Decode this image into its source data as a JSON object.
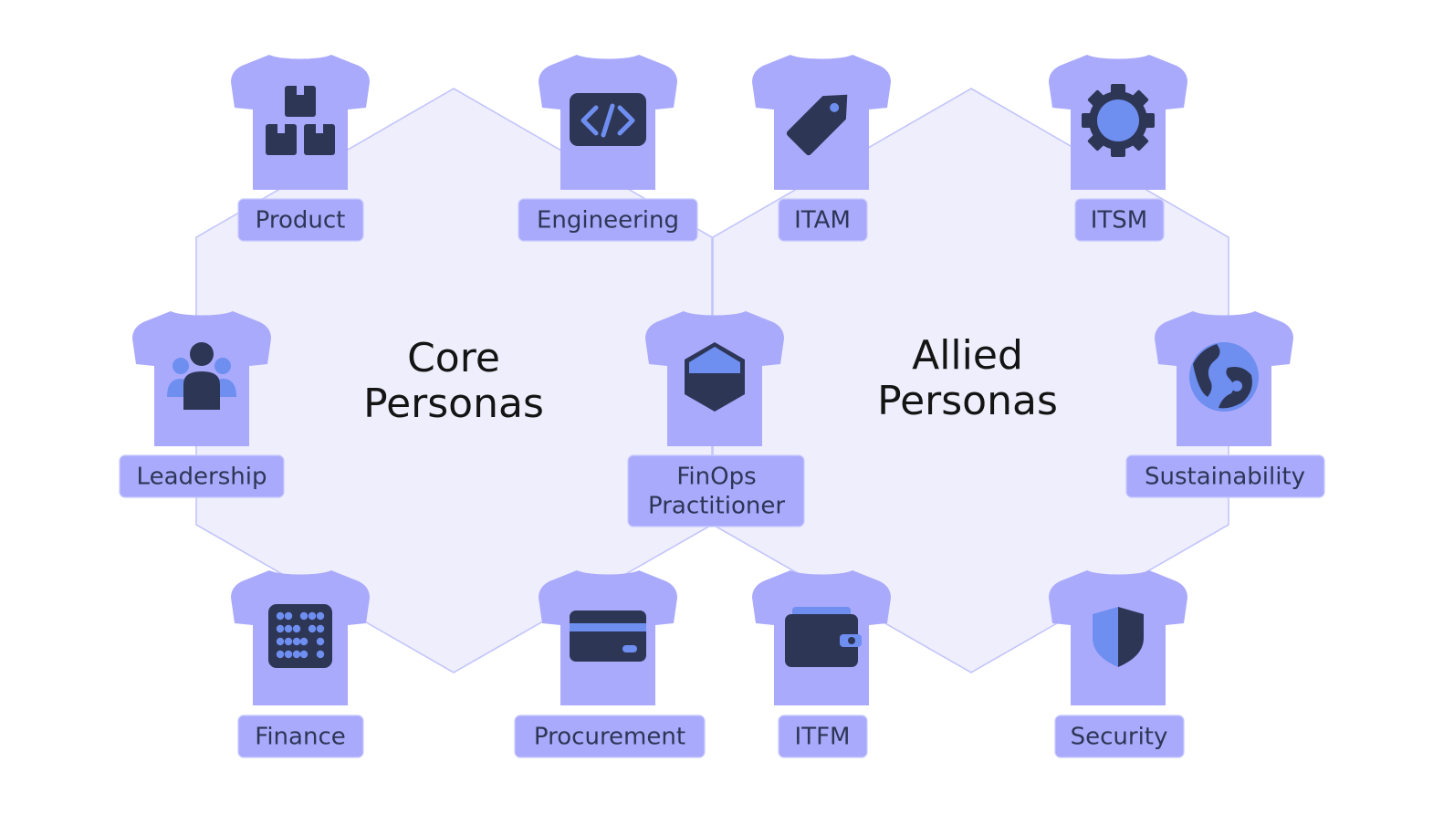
{
  "groups": {
    "core": {
      "line1": "Core",
      "line2": "Personas"
    },
    "allied": {
      "line1": "Allied",
      "line2": "Personas"
    }
  },
  "personas": {
    "product": {
      "label": "Product",
      "icon": "boxes-icon"
    },
    "engineering": {
      "label": "Engineering",
      "icon": "code-icon"
    },
    "leadership": {
      "label": "Leadership",
      "icon": "people-icon"
    },
    "finance": {
      "label": "Finance",
      "icon": "abacus-icon"
    },
    "procurement": {
      "label": "Procurement",
      "icon": "credit-card-icon"
    },
    "finops": {
      "label_line1": "FinOps",
      "label_line2": "Practitioner",
      "icon": "hexagon-badge-icon"
    },
    "itam": {
      "label": "ITAM",
      "icon": "tag-icon"
    },
    "itsm": {
      "label": "ITSM",
      "icon": "gear-icon"
    },
    "sustainability": {
      "label": "Sustainability",
      "icon": "globe-icon"
    },
    "itfm": {
      "label": "ITFM",
      "icon": "wallet-icon"
    },
    "security": {
      "label": "Security",
      "icon": "shield-icon"
    }
  },
  "colors": {
    "shirt": "#aaaafc",
    "icon_dark": "#2e3656",
    "icon_accent": "#6e8ef0",
    "hexagon_fill": "#efeefc",
    "hexagon_stroke": "#c3c5fa"
  }
}
